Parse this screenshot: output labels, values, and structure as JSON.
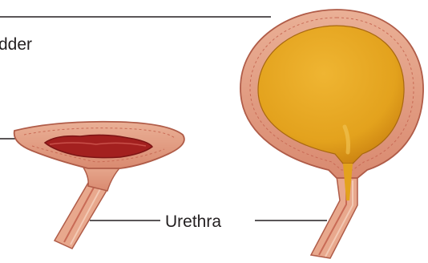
{
  "labels": {
    "bladder": "dder",
    "urethra": "Urethra"
  },
  "colors": {
    "leader_line": "#231f20",
    "wall_outer": "#e2a285",
    "wall_inner": "#c96b56",
    "urine": "#e3a21d",
    "urine_dark": "#c98010",
    "empty_lumen": "#a3201f"
  },
  "icons": {
    "empty_bladder": "empty-bladder-illustration",
    "full_bladder": "full-bladder-illustration"
  }
}
